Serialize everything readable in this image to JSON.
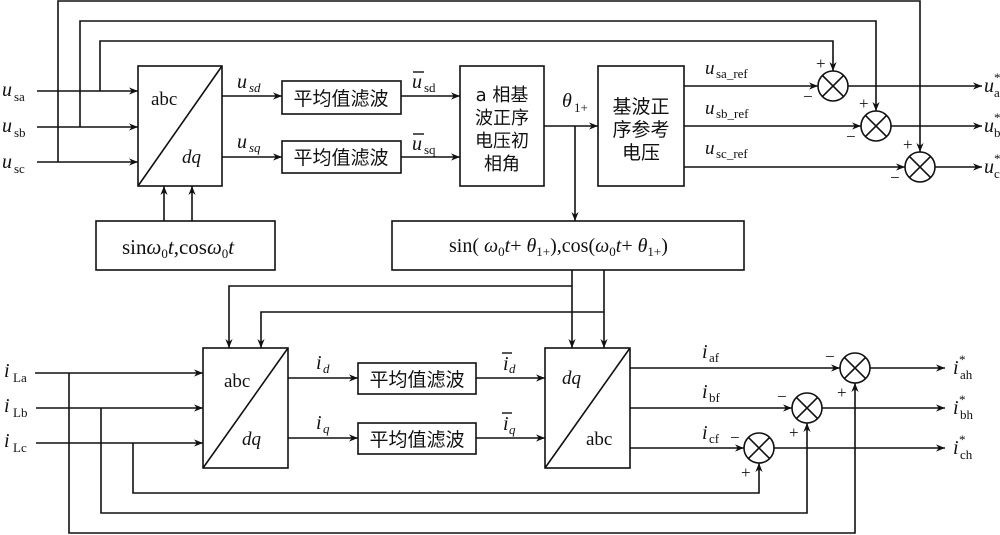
{
  "diagram": {
    "inputs_voltage": [
      {
        "var": "u",
        "sub": "sa"
      },
      {
        "var": "u",
        "sub": "sb"
      },
      {
        "var": "u",
        "sub": "sc"
      }
    ],
    "inputs_current": [
      {
        "var": "i",
        "sub": "La"
      },
      {
        "var": "i",
        "sub": "Lb"
      },
      {
        "var": "i",
        "sub": "Lc"
      }
    ],
    "park_top": {
      "upper": "abc",
      "lower": "dq"
    },
    "park_bottom": {
      "upper": "abc",
      "lower": "dq"
    },
    "inv_park": {
      "upper": "dq",
      "lower": "abc"
    },
    "sincos_box": {
      "text_sin": "sin",
      "omega": "ω",
      "zero": "0",
      "t": "t",
      "cos": ",cos"
    },
    "sincos_theta_box": {
      "text": "sin( ω₀t+ θ₁₊),cos(ω₀t+ θ₁₊)"
    },
    "filter_label": "平均值滤波",
    "phase_box_lines": [
      "a 相基",
      "波正序",
      "电压初",
      "相角"
    ],
    "ref_box_lines": [
      "基波正",
      "序参考",
      "电压"
    ],
    "signals": {
      "usd": {
        "var": "u",
        "sub": "sd"
      },
      "usq": {
        "var": "u",
        "sub": "sq"
      },
      "usd_bar": {
        "var": "u",
        "sub": "sd"
      },
      "usq_bar": {
        "var": "u",
        "sub": "sq"
      },
      "theta": {
        "var": "θ",
        "sub": "1+"
      },
      "usa_ref": {
        "var": "u",
        "sub": "sa_ref"
      },
      "usb_ref": {
        "var": "u",
        "sub": "sb_ref"
      },
      "usc_ref": {
        "var": "u",
        "sub": "sc_ref"
      },
      "id": {
        "var": "i",
        "sub": "d"
      },
      "iq": {
        "var": "i",
        "sub": "q"
      },
      "id_bar": {
        "var": "i",
        "sub": "d"
      },
      "iq_bar": {
        "var": "i",
        "sub": "q"
      },
      "iaf": {
        "var": "i",
        "sub": "af"
      },
      "ibf": {
        "var": "i",
        "sub": "bf"
      },
      "icf": {
        "var": "i",
        "sub": "cf"
      }
    },
    "outputs_voltage": [
      {
        "var": "u",
        "sup": "*",
        "sub": "a"
      },
      {
        "var": "u",
        "sup": "*",
        "sub": "b"
      },
      {
        "var": "u",
        "sup": "*",
        "sub": "c"
      }
    ],
    "outputs_current": [
      {
        "var": "i",
        "sup": "*",
        "sub": "ah"
      },
      {
        "var": "i",
        "sup": "*",
        "sub": "bh"
      },
      {
        "var": "i",
        "sup": "*",
        "sub": "ch"
      }
    ],
    "signs": {
      "plus": "+",
      "minus": "−"
    }
  }
}
